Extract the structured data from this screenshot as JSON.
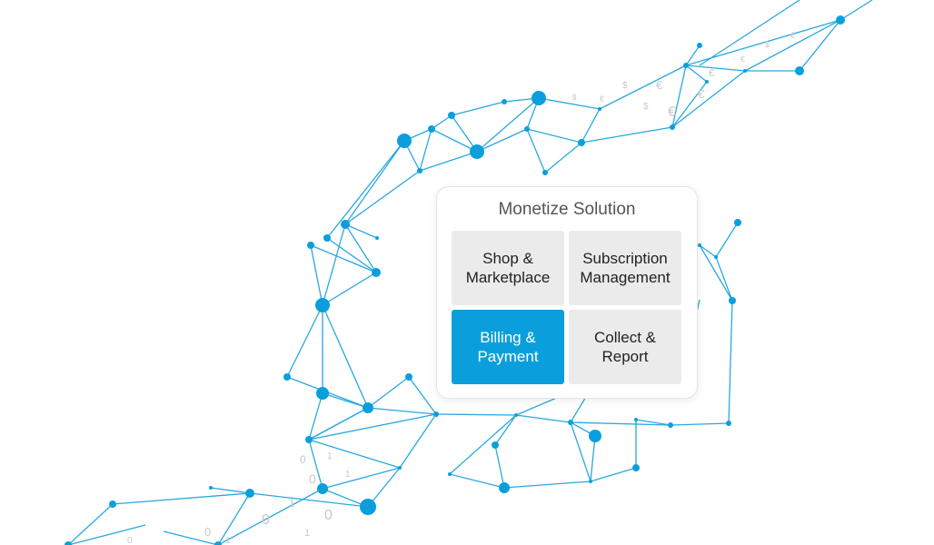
{
  "card": {
    "title": "Monetize Solution",
    "tiles": [
      {
        "label": "Shop &\nMarketplace",
        "active": false
      },
      {
        "label": "Subscription\nManagement",
        "active": false
      },
      {
        "label": "Billing &\nPayment",
        "active": true
      },
      {
        "label": "Collect &\nReport",
        "active": false
      }
    ]
  },
  "colors": {
    "accent": "#0a9fdc",
    "network_line": "#29a8e0",
    "tile_bg": "#ebebeb",
    "glyph": "#c8c8c8"
  },
  "decor_glyphs": [
    "0",
    "1",
    "$",
    "€"
  ]
}
